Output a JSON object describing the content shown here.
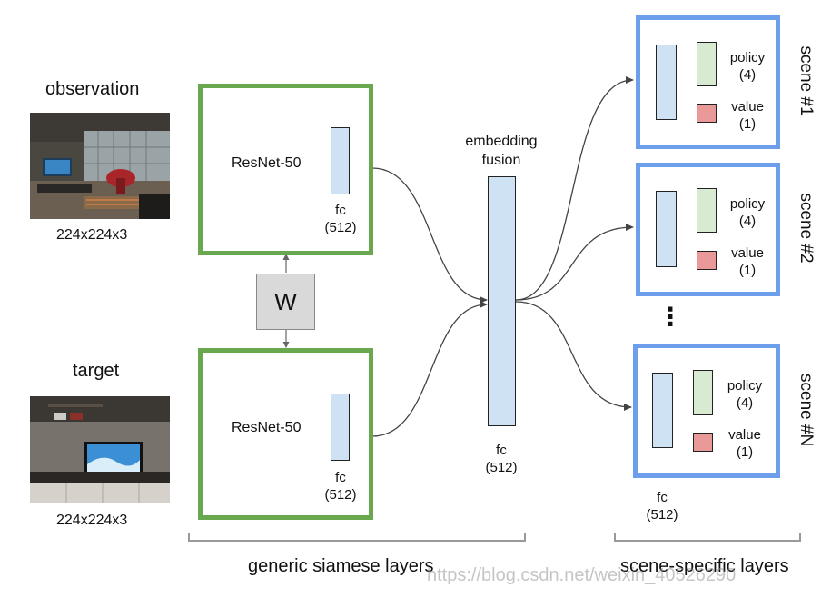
{
  "inputs": {
    "observation_label": "observation",
    "observation_size": "224x224x3",
    "target_label": "target",
    "target_size": "224x224x3"
  },
  "encoder": {
    "resnet_label": "ResNet-50",
    "fc_label": "fc",
    "fc_dim": "(512)",
    "shared_weights_label": "W"
  },
  "fusion": {
    "title_line1": "embedding",
    "title_line2": "fusion",
    "fc_label": "fc",
    "fc_dim": "(512)"
  },
  "scenes": [
    {
      "name": "scene #1",
      "policy_label": "policy",
      "policy_dim": "(4)",
      "value_label": "value",
      "value_dim": "(1)"
    },
    {
      "name": "scene #2",
      "policy_label": "policy",
      "policy_dim": "(4)",
      "value_label": "value",
      "value_dim": "(1)"
    },
    {
      "name": "scene #N",
      "policy_label": "policy",
      "policy_dim": "(4)",
      "value_label": "value",
      "value_dim": "(1)"
    }
  ],
  "scene_fc": {
    "label": "fc",
    "dim": "(512)"
  },
  "ellipsis": "⋮",
  "groups": {
    "siamese": "generic siamese layers",
    "scene_specific": "scene-specific layers"
  },
  "watermark": "https://blog.csdn.net/weixin_40526290",
  "colors": {
    "encoder_border": "#6aa84f",
    "scene_border": "#6d9eeb",
    "resnet_fill": "#fff2cc",
    "fc_fill": "#cfe2f3",
    "policy_fill": "#d9ead3",
    "value_fill": "#ea9999"
  }
}
